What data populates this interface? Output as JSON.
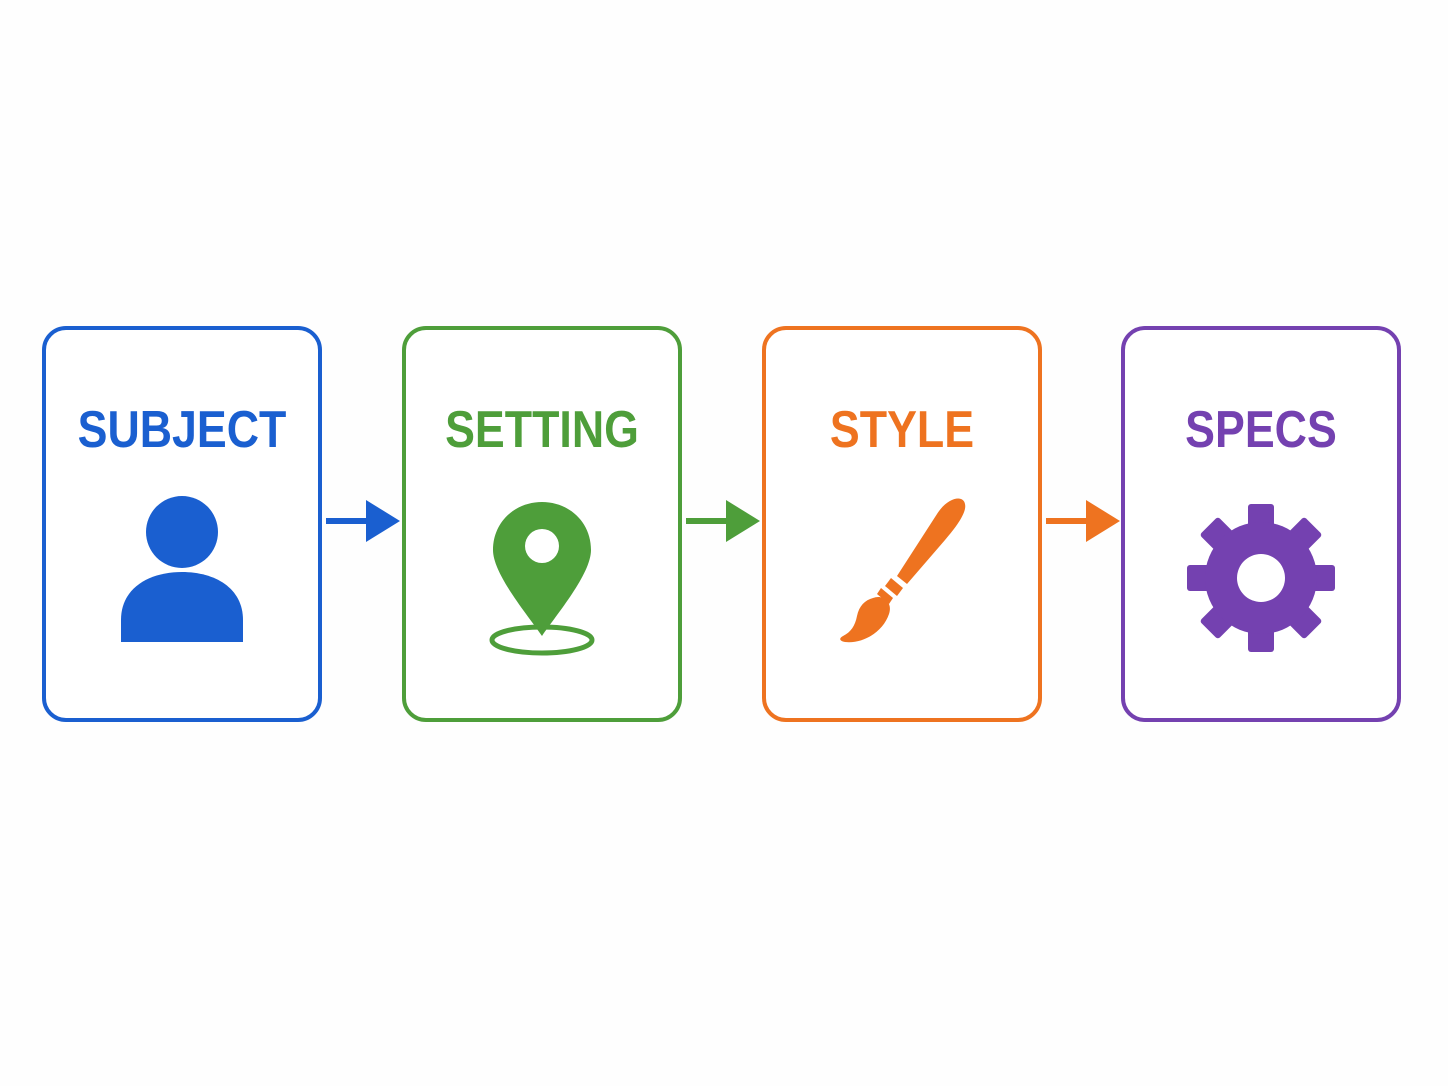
{
  "steps": [
    {
      "label": "SUBJECT",
      "color": "#1a5fd0",
      "icon": "person-icon"
    },
    {
      "label": "SETTING",
      "color": "#4e9e3a",
      "icon": "location-pin-icon"
    },
    {
      "label": "STYLE",
      "color": "#ee7320",
      "icon": "paintbrush-icon"
    },
    {
      "label": "SPECS",
      "color": "#7441b0",
      "icon": "gear-icon"
    }
  ]
}
